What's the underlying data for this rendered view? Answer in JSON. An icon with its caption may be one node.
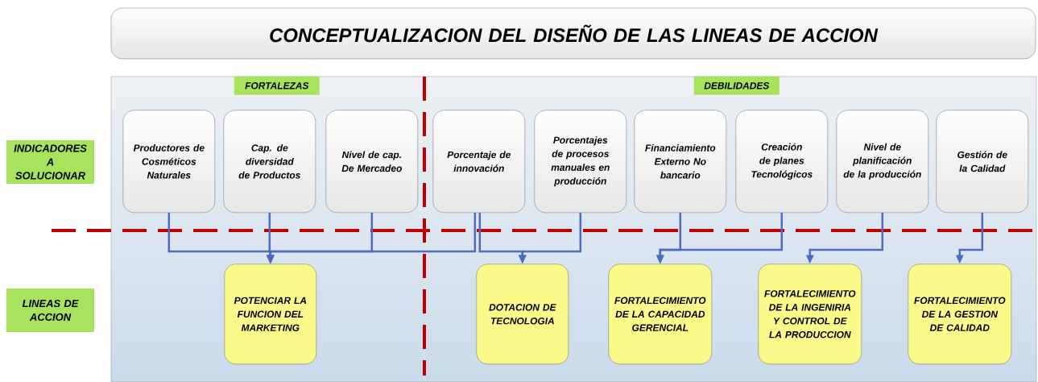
{
  "diagram": {
    "nodes": [
      {
        "text": [
          "CONCEPTUALIZACION DEL DISEÑO DE LAS LINEAS DE ACCION"
        ]
      },
      {
        "text": [
          "INDICADORES A SOLUCIONAR"
        ]
      },
      {
        "text": [
          "LINEAS DE ACCION"
        ]
      },
      {
        "text": [],
        "shape": "box"
      },
      {
        "text": [
          "FORTALEZAS"
        ],
        "in": 3
      },
      {
        "text": [
          "DEBILIDADES"
        ],
        "in": 3
      },
      {
        "text": [
          "Productores de Cosméticos Naturales"
        ],
        "in": 3
      },
      {
        "text": [
          "Cap. de diversidad de Productos"
        ],
        "in": 3
      },
      {
        "text": [
          "Nivel de cap. De Mercadeo"
        ],
        "in": 3
      },
      {
        "text": [
          "Porcentaje de innovación"
        ],
        "in": 3
      },
      {
        "text": [
          "Porcentajes de procesos manuales en producción"
        ],
        "in": 3
      },
      {
        "text": [
          "Financiamiento Externo No bancario"
        ],
        "in": 3
      },
      {
        "text": [
          "Creación de planes Tecnológicos"
        ],
        "in": 3
      },
      {
        "text": [
          "Nivel de planificación de la producción"
        ],
        "in": 3
      },
      {
        "text": [
          "Gestión de la Calidad"
        ],
        "in": 3
      },
      {
        "text": [
          "POTENCIAR LA FUNCION DEL MARKETING"
        ],
        "in": 3
      },
      {
        "text": [
          "DOTACION DE TECNOLOGIA"
        ],
        "in": 3
      },
      {
        "text": [
          "FORTALECIMIENTO DE LA CAPACIDAD GERENCIAL"
        ],
        "in": 3
      },
      {
        "text": [
          "FORTALECIMIENTO DE LA INGENIRIA Y CONTROL DE LA PRODUCCION"
        ],
        "in": 3
      },
      {
        "text": [
          "FORTALECIMIENTO DE LA GESTION DE CALIDAD"
        ],
        "in": 3
      }
    ],
    "edges": [
      {
        "from": 6,
        "to": 15,
        "arrow": "to"
      },
      {
        "from": 7,
        "to": 15,
        "arrow": "to"
      },
      {
        "from": 8,
        "to": 15,
        "arrow": "to"
      },
      {
        "from": 9,
        "to": 15,
        "arrow": "to"
      },
      {
        "from": 9,
        "to": 16,
        "arrow": "to"
      },
      {
        "from": 10,
        "to": 16,
        "arrow": "to"
      },
      {
        "from": 11,
        "to": 17,
        "arrow": "to"
      },
      {
        "from": 12,
        "to": 17,
        "arrow": "to"
      },
      {
        "from": 13,
        "to": 18,
        "arrow": "to"
      },
      {
        "from": 14,
        "to": 19,
        "arrow": "to"
      }
    ]
  }
}
